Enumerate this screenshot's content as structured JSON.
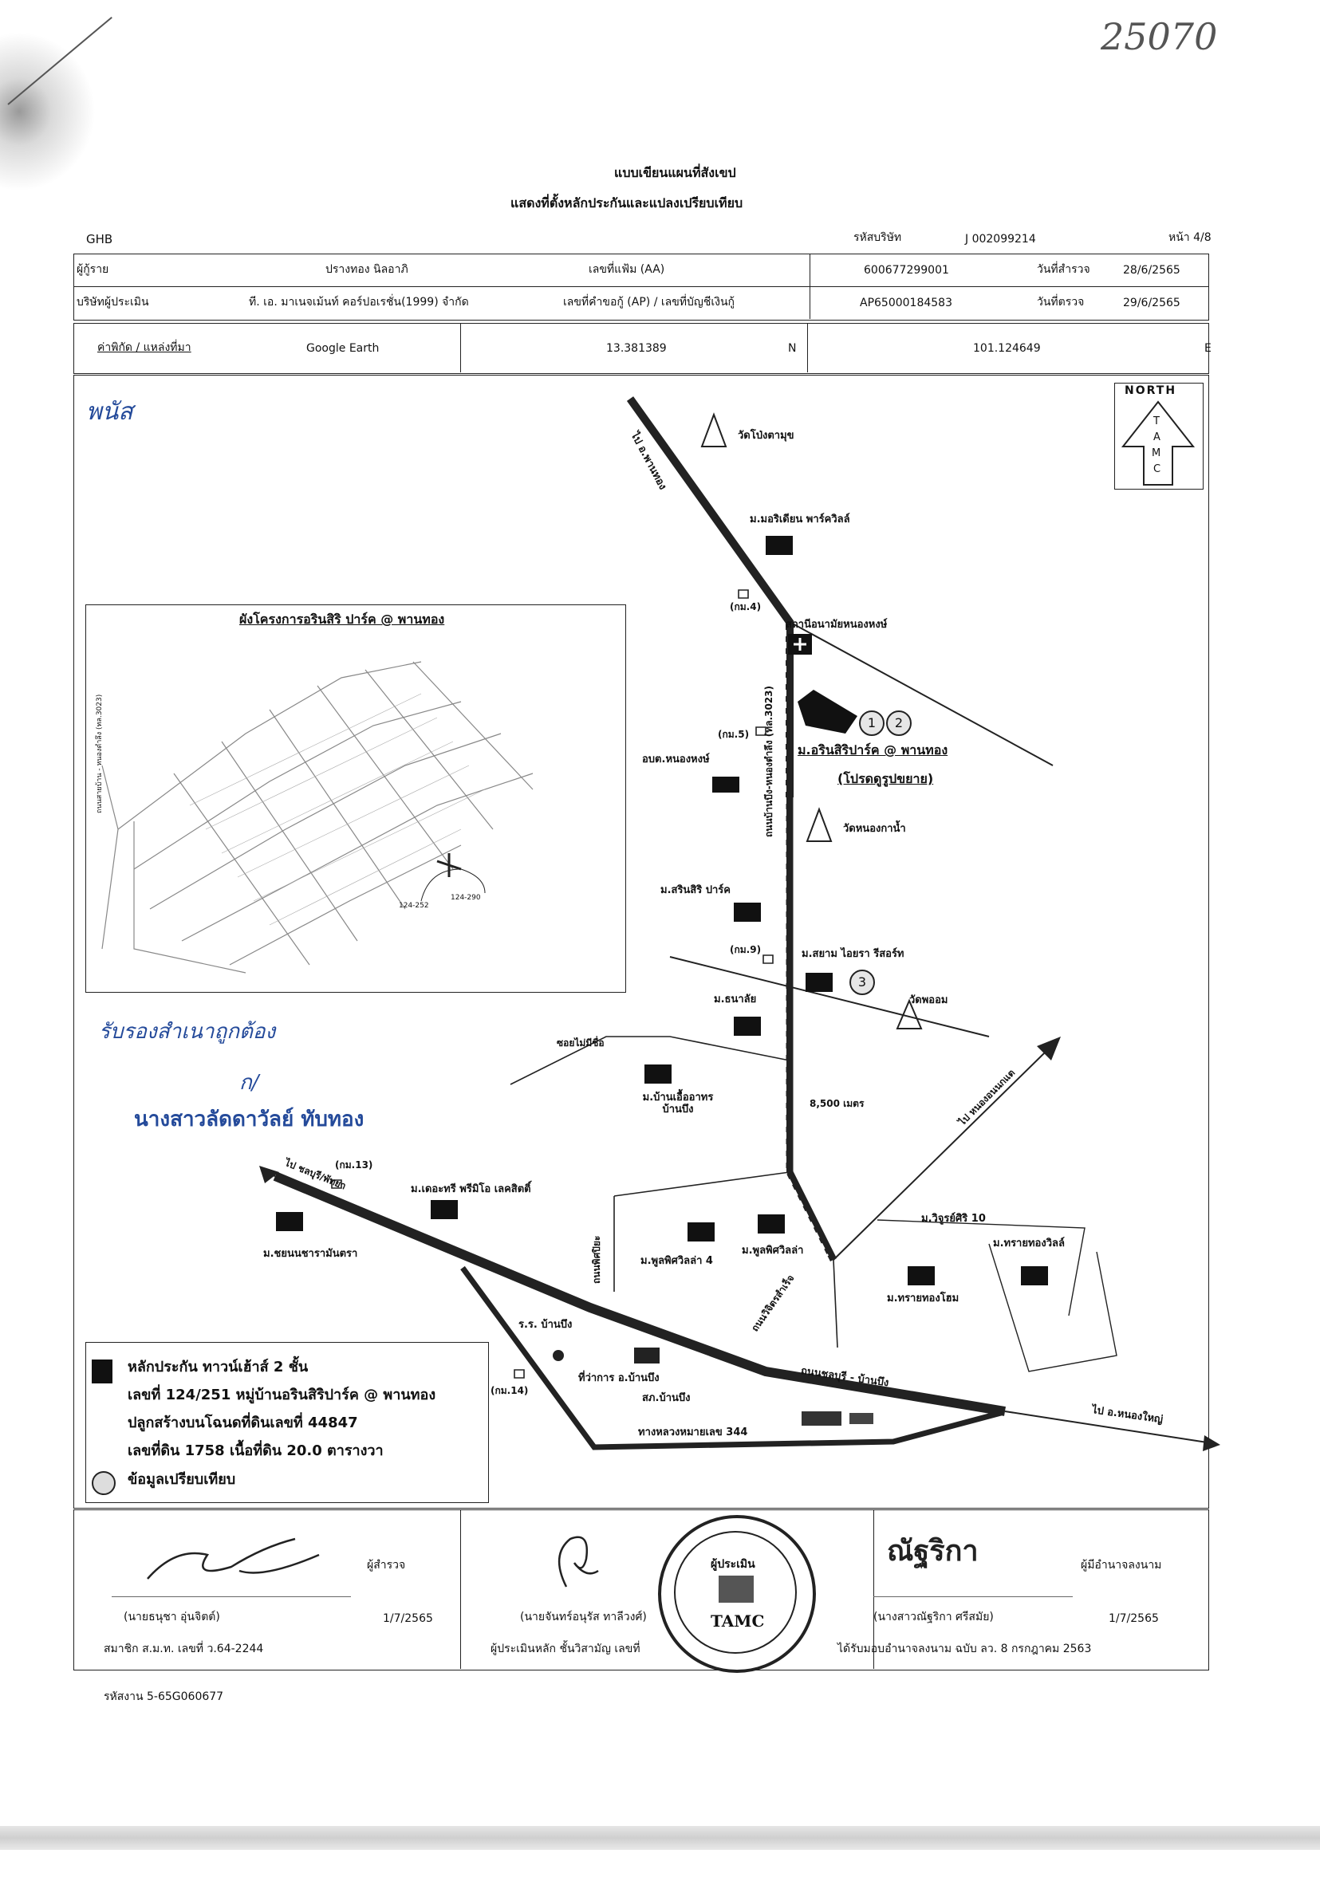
{
  "stamp_number": "25070",
  "title": "แบบเขียนแผนที่สังเขป",
  "subtitle": "แสดงที่ตั้งหลักประกันและแปลงเปรียบเทียบ",
  "ghb": "GHB",
  "project_code_label": "รหัสบริษัท",
  "project_code": "J 002099214",
  "page_label": "หน้า 4/8",
  "info": {
    "owner_label": "ผู้กู้ราย",
    "owner": "ปรางทอง นิลอาภิ",
    "file_label": "เลขที่แฟ้ม (AA)",
    "file_no": "600677299001",
    "survey_date_label": "วันที่สำรวจ",
    "survey_date": "28/6/2565",
    "appraiser_label": "บริษัทผู้ประเมิน",
    "appraiser": "ที. เอ. มาเนจเม้นท์ คอร์ปอเรชั่น(1999) จำกัด",
    "request_label": "เลขที่คำขอกู้ (AP) / เลขที่บัญชีเงินกู้",
    "request_no": "AP65000184583",
    "check_date_label": "วันที่ตรวจ",
    "check_date": "29/6/2565",
    "coord_label": "ค่าพิกัด / แหล่งที่มา",
    "coord_source": "Google Earth",
    "lat": "13.381389",
    "lat_dir": "N",
    "lon": "101.124649",
    "lon_dir": "E"
  },
  "north": {
    "title": "NORTH",
    "letters": [
      "T",
      "A",
      "M",
      "C"
    ]
  },
  "handwritten": {
    "top_left": "พนัส",
    "note": "รับรองสำเนาถูกต้อง",
    "by": "ก/",
    "name": "นางสาวลัดดาวัลย์ ทับทอง"
  },
  "inset_title": "ผังโครงการอรินสิริ ปาร์ค @ พานทอง",
  "inset_labels": [
    "124-252",
    "124-290",
    "ถนนสายบ้าน - หนองตำลึง (ทล.3023)"
  ],
  "map_labels": {
    "road_top": "ไป อ.พานทอง",
    "wat_pong": "วัดโป่งตามุข",
    "village_1": "ม.มอริเดียน พาร์ควิลล์",
    "km4": "(กม.4)",
    "health": "สถานีอนามัยหนองหงษ์",
    "km5": "(กม.5)",
    "main_road": "ถนนบ้านบึง-หนองตำลึง (ทล.3023)",
    "property": "ม.อรินสิริปาร์ค @ พานทอง",
    "property_sub": "(โปรดดูรูปขยาย)",
    "obt": "อบต.หนองหงษ์",
    "wat_nongkanam": "วัดหนองกาน้ำ",
    "village_srinsiri": "ม.สรินสิริ ปาร์ค",
    "km9": "(กม.9)",
    "village_siam": "ม.สยาม ไอยรา รีสอร์ท",
    "village_thana": "ม.ธนาลัย",
    "wat_phon": "วัดพออม",
    "soi": "ซอยไม่มีชื่อ",
    "village_ban_ua": "ม.บ้านเอื้ออาทร บ้านบึง",
    "distance": "8,500 เมตร",
    "road_right": "ไป หนองอนนกแต",
    "road_left": "ไป ชลบุรี/พัทยา",
    "km13": "(กม.13)",
    "village_lathpaim": "ม.เดอะทรี พรีมิโอ เลคสิตติ์",
    "village_baan": "ม.ชยนนชารามันตรา",
    "village_pp4": "ม.พูลพิศวิลล่า 4",
    "village_pp": "ม.พูลพิศวิลล่า",
    "road_pp": "ถนนพิศปิยะ",
    "road_vijit": "ถนนวิจิตรสำเร็จ",
    "village_vijit": "ม.วิจูรย์ศิริ 10",
    "village_sai1": "ม.ทรายทองวิลล์",
    "village_sai2": "ม.ทรายทองโฮม",
    "school": "ร.ร. บ้านบึง",
    "district_office": "ที่ว่าการ อ.บ้านบึง",
    "police": "สภ.บ้านบึง",
    "km14": "(กม.14)",
    "road_chonburi": "ถนนชลบุรี - บ้านบึง",
    "road_344": "ทางหลวงหมายเลข 344",
    "to_nongyai": "ไป อ.หนองใหญ่",
    "marker_1": "1",
    "marker_2": "2",
    "marker_3": "3"
  },
  "legend": {
    "line1": "หลักประกัน ทาวน์เฮ้าส์ 2 ชั้น",
    "line2": "เลขที่ 124/251 หมู่บ้านอรินสิริปาร์ค @ พานทอง",
    "line3": "ปลูกสร้างบนโฉนดที่ดินเลขที่ 44847",
    "line4": "เลขที่ดิน 1758 เนื้อที่ดิน 20.0 ตารางวา",
    "line5": "ข้อมูลเปรียบเทียบ"
  },
  "signatures": {
    "surveyor_role": "ผู้สำรวจ",
    "surveyor_name": "(นายธนุชา อุ่นจิตต์)",
    "surveyor_date": "1/7/2565",
    "surveyor_member": "สมาชิก ส.ม.ท. เลขที่ ว.64-2244",
    "appraiser_name": "(นายจันทร์อนุรัส ทาลีวงศ์)",
    "appraiser_role": "ผู้ประเมินหลัก ชั้นวิสามัญ เลขที่",
    "signer_sig": "ณัฐริกา",
    "signer_role": "ผู้มีอำนาจลงนาม",
    "signer_name": "(นางสาวณัฐริกา ศรีสมัย)",
    "signer_date": "1/7/2565",
    "signer_note": "ได้รับมอบอำนาจลงนาม ฉบับ ลว. 8 กรกฎาคม 2563",
    "seal_text": "TAMC",
    "seal_top": "ผู้ประเมิน"
  },
  "footer_code": "รหัสงาน 5-65G060677"
}
